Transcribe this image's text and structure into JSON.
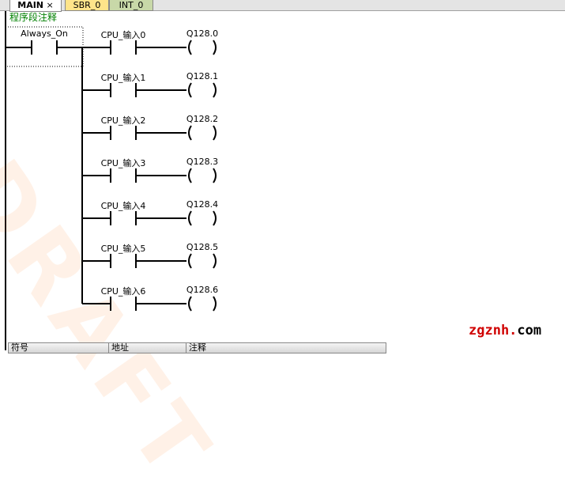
{
  "tabs": [
    {
      "label": "MAIN",
      "color": "#e4e4e4"
    },
    {
      "label": "SBR_0",
      "color": "#ffe48a"
    },
    {
      "label": "INT_0",
      "color": "#c8d8a8"
    }
  ],
  "network_comment": "程序段注释",
  "first_contact": "Always_On",
  "rungs": [
    {
      "contact": "CPU_输入0",
      "coil": "Q128.0"
    },
    {
      "contact": "CPU_输入1",
      "coil": "Q128.1"
    },
    {
      "contact": "CPU_输入2",
      "coil": "Q128.2"
    },
    {
      "contact": "CPU_输入3",
      "coil": "Q128.3"
    },
    {
      "contact": "CPU_输入4",
      "coil": "Q128.4"
    },
    {
      "contact": "CPU_输入5",
      "coil": "Q128.5"
    },
    {
      "contact": "CPU_输入6",
      "coil": "Q128.6"
    }
  ],
  "watermark": "DRAFT",
  "site": {
    "prefix": "zgznh.",
    "suffix": "com"
  },
  "table_headers": [
    "符号",
    "地址",
    "注释"
  ]
}
